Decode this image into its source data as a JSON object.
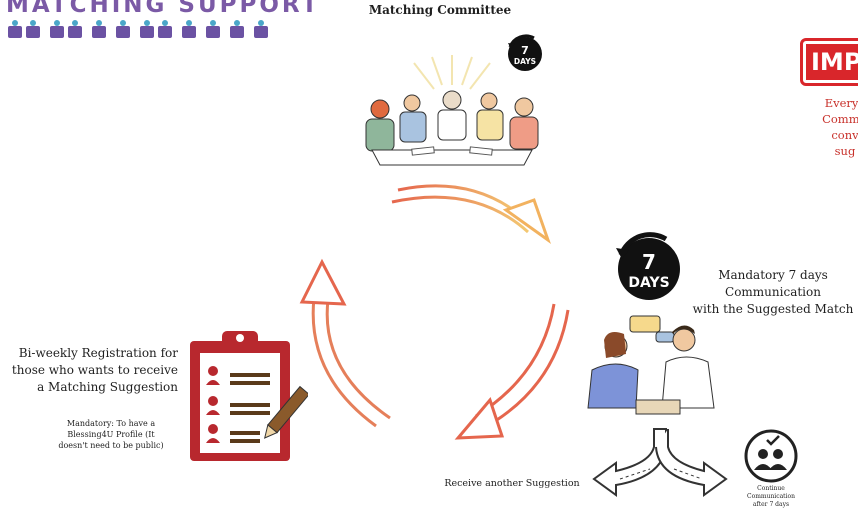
{
  "header": {
    "title": "MATCHING SUPPORT"
  },
  "committee": {
    "title": "Matching Committee"
  },
  "badges": {
    "small_number": "7",
    "small_unit": "DAYS",
    "big_number": "7",
    "big_unit": "DAYS"
  },
  "important": {
    "label": "IMP",
    "lines": [
      "Everyo",
      "Commit",
      "conv",
      "sug"
    ]
  },
  "communication": {
    "lines": [
      "Mandatory 7 days",
      "Communication",
      "with the Suggested Match"
    ]
  },
  "registration": {
    "lines": [
      "Bi-weekly Registration for",
      "those who wants to receive",
      "a Matching Suggestion"
    ],
    "note_lines": [
      "Mandatory: To have a",
      "Blessing4U Profile (It",
      "doesn't need to be public)"
    ]
  },
  "outcomes": {
    "receive_another": "Receive another Suggestion",
    "continue_lines": [
      "Continue",
      "Communication",
      "after 7 days"
    ]
  },
  "colors": {
    "purple": "#7b5aa6",
    "red": "#d9262b",
    "clipboard_red": "#b8282e",
    "arrow_yellow": "#f2c46e",
    "arrow_red": "#d9443d"
  }
}
